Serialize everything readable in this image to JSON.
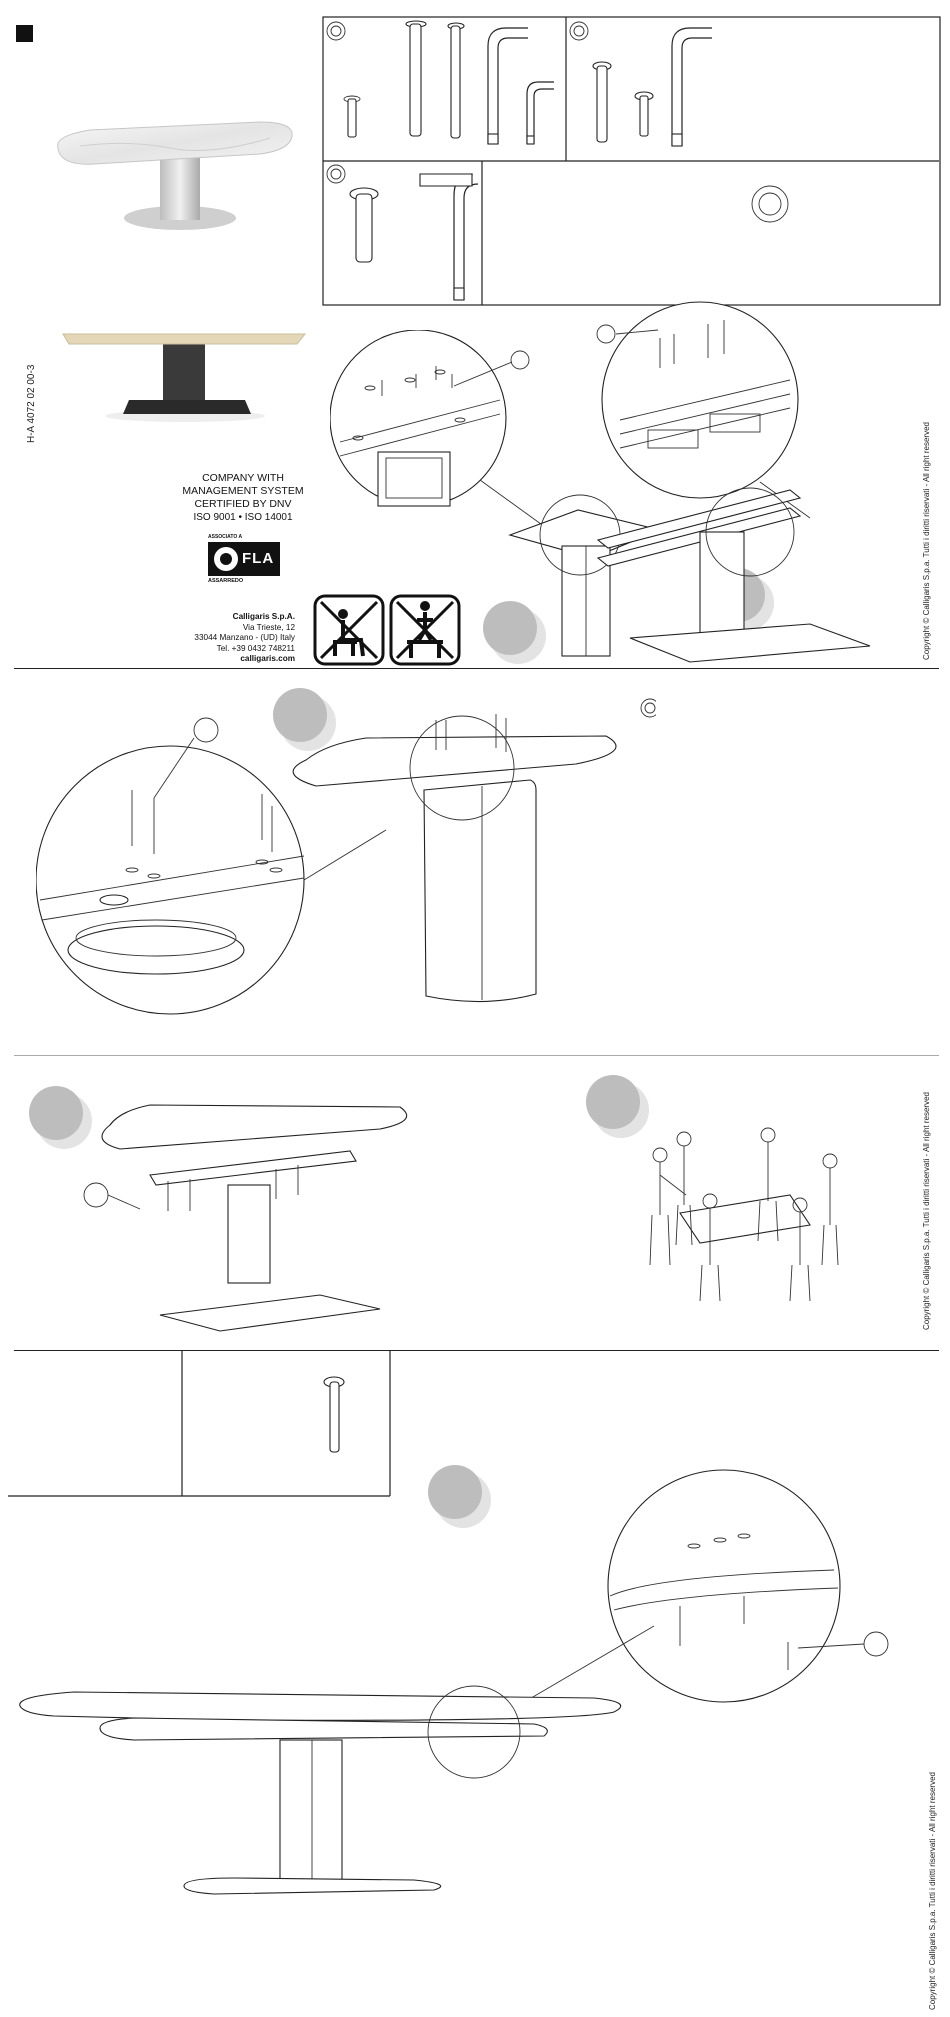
{
  "doc_code": "H-A 4072 02 00-3",
  "certification": {
    "line1": "COMPANY WITH",
    "line2": "MANAGEMENT SYSTEM",
    "line3": "CERTIFIED BY DNV",
    "line4": "ISO 9001 • ISO 14001"
  },
  "fla_logo": {
    "small_text": "ASSOCIATO A",
    "brand": "FLA",
    "sub": "ASSARREDO"
  },
  "company": {
    "name": "Calligaris S.p.A.",
    "street": "Via Trieste, 12",
    "city": "33044 Manzano - (UD) Italy",
    "phone": "Tel. +39 0432 748211",
    "web": "calligaris.com"
  },
  "copyright": "Copyright © Calligaris S.p.a.  Tutti i diritti riservati - All right reserved",
  "colors": {
    "line": "#222222",
    "step_badge": "#bdbdbd",
    "step_shadow": "#e3e3e3"
  }
}
